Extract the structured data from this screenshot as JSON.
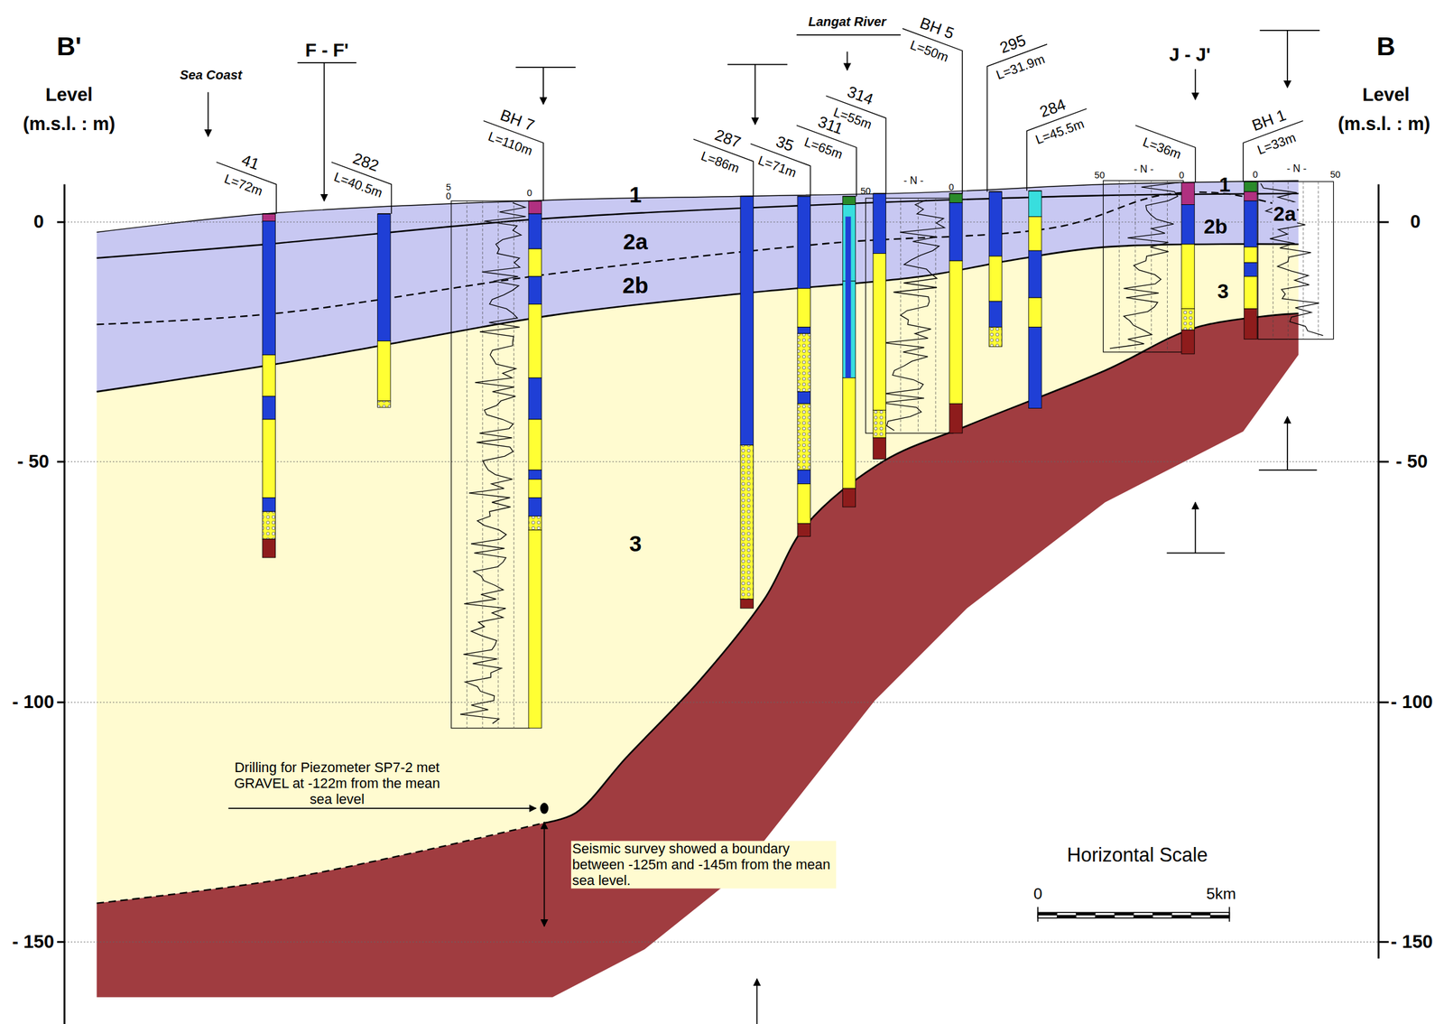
{
  "diagram": {
    "labels": [
      "B'",
      "Level",
      "(m.s.l. : m)",
      "B",
      "Level",
      "(m.s.l. : m)",
      "Sea Coast",
      "F - F'",
      "Langat River",
      "J - J'",
      "41",
      "L=72m",
      "282",
      "L=40.5m",
      "BH 7",
      "L=110m",
      "287",
      "L=86m",
      "35",
      "L=71m",
      "311",
      "L=65m",
      "314",
      "L=55m",
      "BH 5",
      "L=50m",
      "295",
      "L=31.9m",
      "284",
      "L=45.5m",
      "L=36m",
      "BH 1",
      "L=33m",
      "5",
      "0",
      "0",
      "50",
      "- N -",
      "0",
      "50",
      "- N -",
      "0",
      "0",
      "- N -",
      "50",
      "1",
      "2a",
      "2b",
      "3",
      "1",
      "2b",
      "2a",
      "3",
      "0",
      "- 50",
      "- 100",
      "- 150",
      "0",
      "- 50",
      "- 100",
      "- 150",
      "Drilling for Piezometer SP7-2 met GRAVEL at -122m from the mean sea level",
      "Seismic survey showed a boundary between -125m and -145m from the mean sea level.",
      "Horizontal Scale",
      "0",
      "5km"
    ]
  }
}
